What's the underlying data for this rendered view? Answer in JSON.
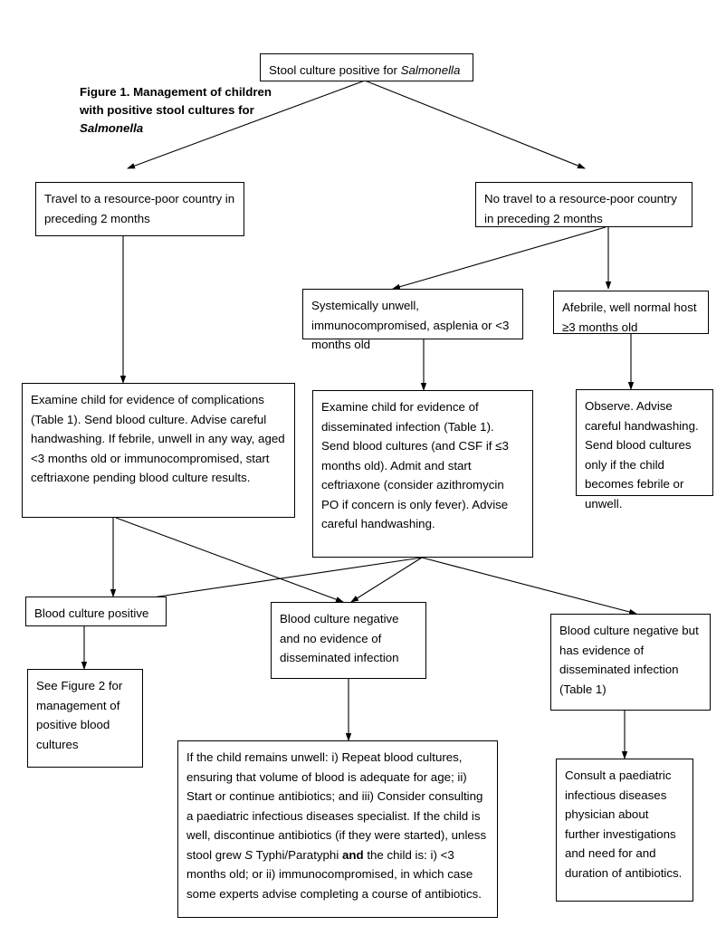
{
  "figure": {
    "caption_line1": "Figure 1. Management of children",
    "caption_line2": "with positive stool cultures for",
    "caption_organism": "Salmonella"
  },
  "nodes": {
    "root": {
      "text_prefix": "Stool culture positive for ",
      "text_italic": "Salmonella"
    },
    "travel_yes": "Travel to a resource-poor country in preceding 2 months",
    "travel_no": "No travel to a resource-poor country in preceding 2 months",
    "systemically_unwell": "Systemically unwell, immunocompromised, asplenia or <3 months old",
    "afebrile_well": "Afebrile, well normal host ≥3 months old",
    "examine_complications": "Examine child for evidence of complications (Table 1). Send blood culture. Advise careful handwashing. If febrile, unwell in any way, aged <3 months old or immunocompromised, start ceftriaxone pending blood culture results.",
    "examine_disseminated": "Examine child for evidence of disseminated infection (Table 1). Send blood cultures (and CSF if ≤3 months old). Admit and start ceftriaxone (consider azithromycin PO if concern is only fever). Advise careful handwashing.",
    "observe": "Observe. Advise careful handwashing. Send blood cultures only if the child becomes febrile or unwell.",
    "bc_positive": "Blood culture positive",
    "bc_negative_no_evidence": "Blood culture negative and no evidence of disseminated infection",
    "bc_negative_evidence": "Blood culture negative but has evidence of disseminated infection (Table 1)",
    "see_figure_2": "See Figure 2 for management of positive blood cultures",
    "remains_unwell": {
      "part1": " If the child remains unwell: i) Repeat blood cultures, ensuring that volume of blood is adequate for age; ii) Start or continue antibiotics; and iii) Consider consulting a paediatric infectious diseases specialist. If the child is well, discontinue antibiotics (if they were started), unless stool grew ",
      "italic1": "S",
      "part2": " Typhi/Paratyphi ",
      "bold1": "and",
      "part3": " the child is: i) <3 months old; or ii) immunocompromised, in which case some experts advise completing a course of antibiotics."
    },
    "consult_paediatric": "Consult a paediatric infectious diseases physician about further investigations and need for and duration of antibiotics."
  },
  "style": {
    "line_color": "#000000",
    "box_fill": "#ffffff",
    "text_color": "#000000"
  }
}
